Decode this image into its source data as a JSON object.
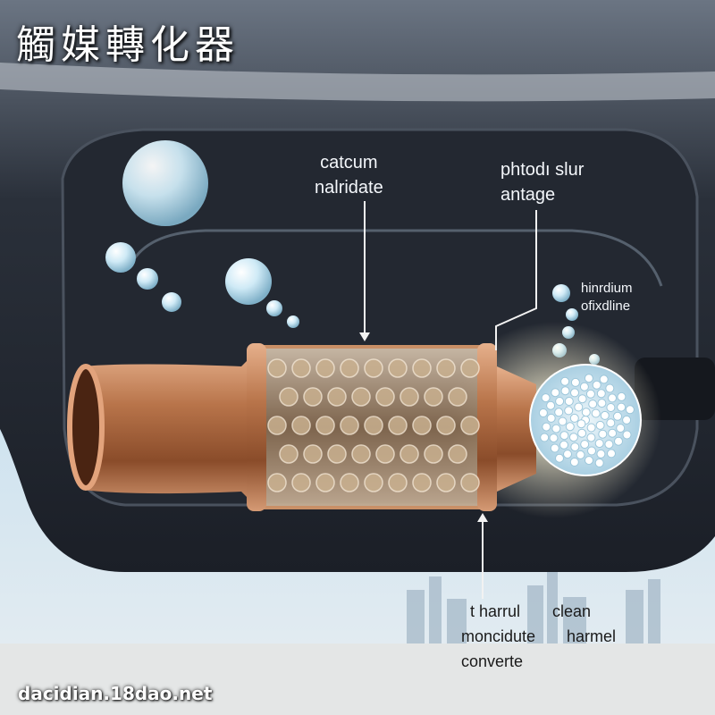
{
  "title": "觸媒轉化器",
  "labels": {
    "top_center": [
      "catcum",
      "nalridate"
    ],
    "top_right": [
      "phtodı slur",
      "antage"
    ],
    "right": [
      "hinrdium",
      "ofixdline"
    ],
    "bottom_left": [
      "t harrul",
      "moncidute",
      "converte"
    ],
    "bottom_right": [
      "clean",
      "harmel"
    ]
  },
  "watermark": "dacidian.18dao.net",
  "colors": {
    "sky": "#cfe3ef",
    "bumper": "#2f3540",
    "copper": "#b8744a",
    "bubble": "#dff1fa"
  }
}
